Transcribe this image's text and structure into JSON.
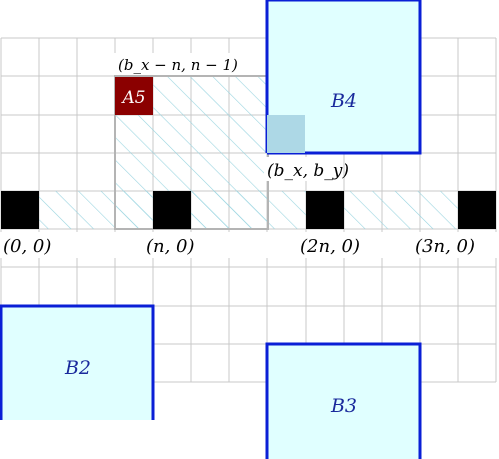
{
  "colors": {
    "grid": "#c8c8c8",
    "box_fill": "#e0ffff",
    "box_stroke": "#0a1fd6",
    "hatch": "#9ad4e0",
    "region_border": "#b4b4b4",
    "black_cell": "#000000",
    "highlight_cell": "#add8e6",
    "a5_fill": "#8b0000",
    "a5_text": "#ffffff",
    "box_label": "#1a2a9c"
  },
  "boxes": {
    "b2": {
      "label": "B2"
    },
    "b3": {
      "label": "B3"
    },
    "b4": {
      "label": "B4"
    }
  },
  "a5": {
    "label": "A5"
  },
  "labels": {
    "corner_top": "(b_x − n, n − 1)",
    "bxby": "(b_x, b_y)",
    "origin": "(0, 0)",
    "n0": "(n, 0)",
    "twon0": "(2n, 0)",
    "threen0": "(3n, 0)"
  }
}
